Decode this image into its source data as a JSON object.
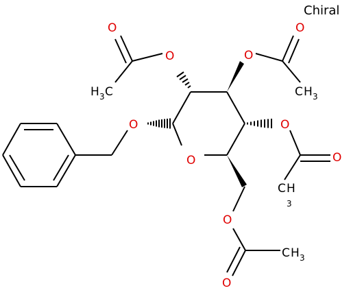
{
  "label": "Chiral",
  "atoms": {
    "oxygen": "O",
    "carbon": "C",
    "hydrogen": "H",
    "subscript3": "3"
  }
}
